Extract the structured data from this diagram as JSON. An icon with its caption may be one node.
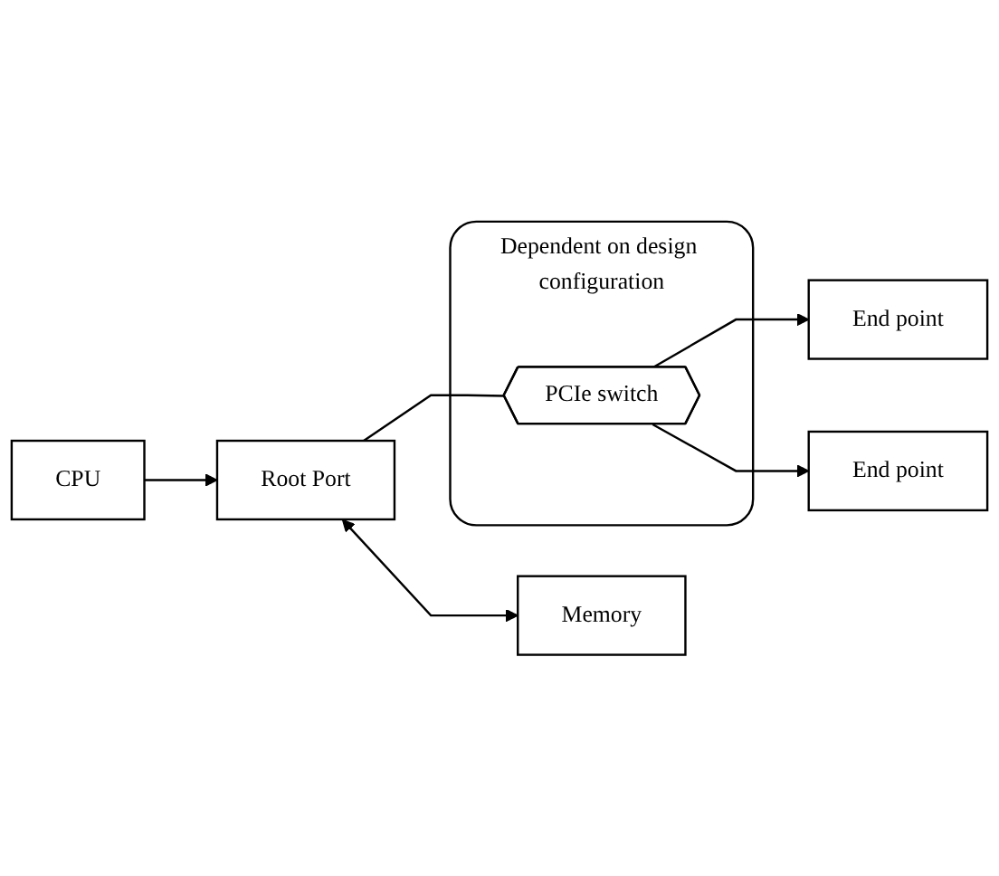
{
  "diagram": {
    "nodes": [
      {
        "text": [
          "CPU"
        ]
      },
      {
        "text": [
          "Root Port"
        ]
      },
      {
        "text": [
          "Memory"
        ]
      },
      {
        "text": [
          "Dependent on design configuration"
        ]
      },
      {
        "text": [
          "PCIe switch"
        ],
        "in": 3
      },
      {
        "text": [
          "End point"
        ]
      },
      {
        "text": [
          "End point"
        ]
      }
    ],
    "edges": [
      {
        "from": 0,
        "to": 1,
        "arrow": "to"
      },
      {
        "from": 1,
        "to": 2,
        "arrow": "both"
      },
      {
        "from": 1,
        "to": 4,
        "arrow": "none"
      },
      {
        "from": 4,
        "to": 5,
        "arrow": "to"
      },
      {
        "from": 4,
        "to": 6,
        "arrow": "to"
      }
    ]
  }
}
